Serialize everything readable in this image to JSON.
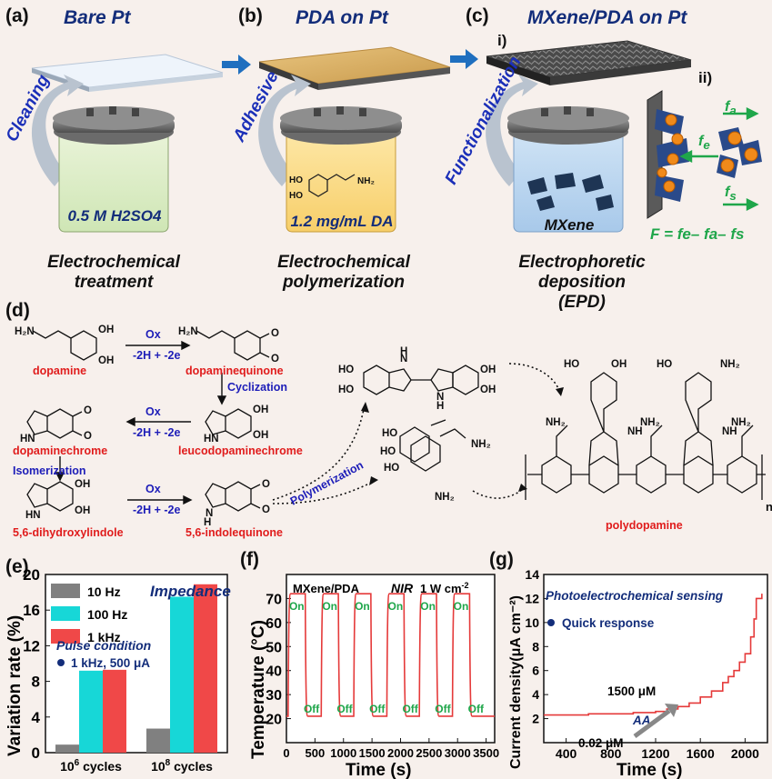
{
  "panel_a": {
    "label": "(a)",
    "title": "Bare Pt",
    "arrow_label": "Cleaning",
    "beaker_text": "0.5 M H2SO4",
    "caption_line1": "Electrochemical",
    "caption_line2": "treatment"
  },
  "panel_b": {
    "label": "(b)",
    "title": "PDA on Pt",
    "arrow_label": "Adhesive",
    "beaker_text": "1.2 mg/mL DA",
    "caption_line1": "Electrochemical",
    "caption_line2": "polymerization"
  },
  "panel_c": {
    "label": "(c)",
    "title": "MXene/PDA on Pt",
    "sub_i": "i)",
    "sub_ii": "ii)",
    "arrow_label": "Functionalization",
    "beaker_text": "MXene",
    "caption_line1": "Electrophoretic deposition",
    "caption_line2": "(EPD)",
    "force_a": "f",
    "force_e": "f",
    "force_s": "f",
    "equation": "F = fe– fa– fs"
  },
  "panel_d": {
    "label": "(d)",
    "compounds": [
      "dopamine",
      "dopaminequinone",
      "leucodopaminechrome",
      "dopaminechrome",
      "5,6-dihydroxylindole",
      "5,6-indolequinone",
      "polydopamine"
    ],
    "steps": {
      "ox": "Ox",
      "ox_detail": "-2H + -2e",
      "cyclization": "Cyclization",
      "isomerization": "Isomerization",
      "polymerization": "Polymerization"
    }
  },
  "panel_e": {
    "label": "(e)",
    "heading": "Impedance",
    "pulse_title": "Pulse condition",
    "pulse_value": "1 kHz, 500 μA",
    "chart_data": {
      "type": "bar",
      "categories": [
        "10^6 cycles",
        "10^8 cycles"
      ],
      "series": [
        {
          "name": "10 Hz",
          "values": [
            0.9,
            2.7
          ],
          "color": "#808080"
        },
        {
          "name": "100 Hz",
          "values": [
            9.2,
            17.5
          ],
          "color": "#17d7d7"
        },
        {
          "name": "1 kHz",
          "values": [
            9.3,
            18.9
          ],
          "color": "#f04848"
        }
      ],
      "ylabel": "Variation rate (%)",
      "ylim": [
        0,
        20
      ],
      "yticks": [
        0,
        4,
        8,
        12,
        16,
        20
      ]
    }
  },
  "panel_f": {
    "label": "(f)",
    "sample": "MXene/PDA",
    "source": "NIR",
    "power": "1 W cm",
    "on_label": "On",
    "off_label": "Off",
    "chart_data": {
      "type": "line",
      "xlabel": "Time (s)",
      "ylabel": "Temperature (°C)",
      "xlim": [
        0,
        3650
      ],
      "ylim": [
        10,
        80
      ],
      "xticks": [
        0,
        500,
        1000,
        1500,
        2000,
        2500,
        3000,
        3500
      ],
      "yticks": [
        20,
        30,
        40,
        50,
        60,
        70
      ],
      "cycles_on": [
        [
          30,
          330
        ],
        [
          610,
          910
        ],
        [
          1180,
          1480
        ],
        [
          1760,
          2060
        ],
        [
          2330,
          2630
        ],
        [
          2910,
          3210
        ]
      ],
      "t_high": 72,
      "t_low": 21
    }
  },
  "panel_g": {
    "label": "(g)",
    "heading": "Photoelectrochemical  sensing",
    "legend": "Quick response",
    "analyte": "AA",
    "conc_low": "0.02 μM",
    "conc_high": "1500 μM",
    "chart_data": {
      "type": "line",
      "xlabel": "Time (s)",
      "ylabel": "Current density(μA cm⁻²)",
      "xlim": [
        200,
        2200
      ],
      "ylim": [
        0,
        14
      ],
      "xticks": [
        400,
        800,
        1200,
        1600,
        2000
      ],
      "yticks": [
        2,
        4,
        6,
        8,
        10,
        12,
        14
      ],
      "x": [
        200,
        600,
        1000,
        1200,
        1300,
        1400,
        1500,
        1600,
        1700,
        1800,
        1850,
        1900,
        1950,
        2000,
        2050,
        2080,
        2100,
        2150
      ],
      "y": [
        2.3,
        2.4,
        2.5,
        2.6,
        2.8,
        3.0,
        3.3,
        3.8,
        4.3,
        5.0,
        5.5,
        6.0,
        6.7,
        7.4,
        8.8,
        10.3,
        12.0,
        12.4
      ]
    }
  }
}
